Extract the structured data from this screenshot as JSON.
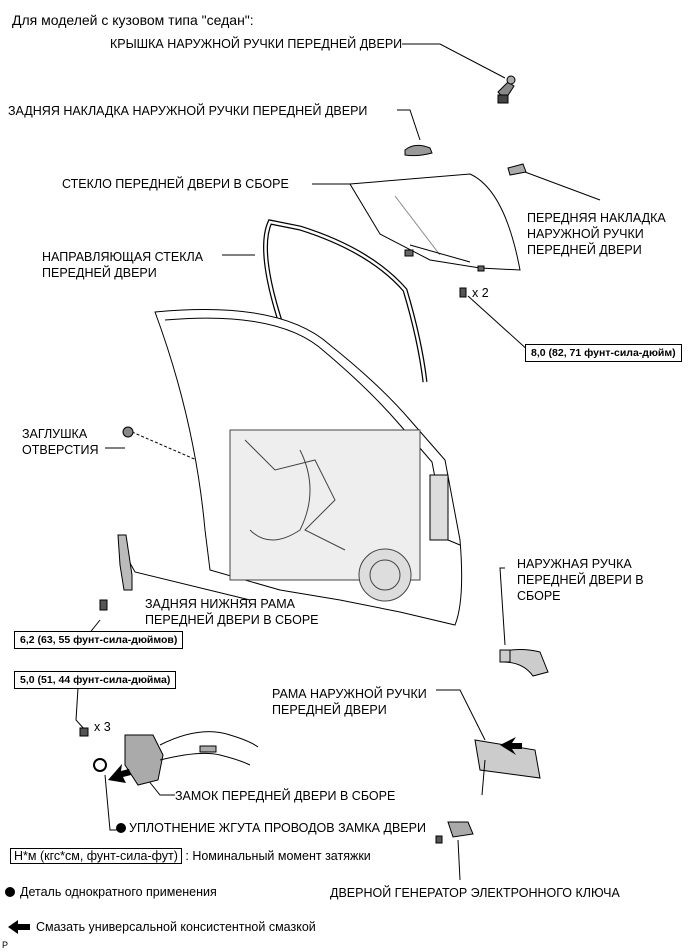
{
  "title": "Для моделей с кузовом типа \"седан\":",
  "labels": {
    "outer_handle_cover": "КРЫШКА НАРУЖНОЙ РУЧКИ ПЕРЕДНЕЙ ДВЕРИ",
    "rear_handle_pad": "ЗАДНЯЯ НАКЛАДКА НАРУЖНОЙ РУЧКИ ПЕРЕДНЕЙ ДВЕРИ",
    "glass_assy": "СТЕКЛО ПЕРЕДНЕЙ ДВЕРИ В СБОРЕ",
    "front_handle_pad": [
      "ПЕРЕДНЯЯ НАКЛАДКА",
      "НАРУЖНОЙ РУЧКИ",
      "ПЕРЕДНЕЙ ДВЕРИ"
    ],
    "glass_run": [
      "НАПРАВЛЯЮЩАЯ СТЕКЛА",
      "ПЕРЕДНЕЙ ДВЕРИ"
    ],
    "hole_plug": [
      "ЗАГЛУШКА",
      "ОТВЕРСТИЯ"
    ],
    "outer_handle_assy": [
      "НАРУЖНАЯ РУЧКА",
      "ПЕРЕДНЕЙ ДВЕРИ В",
      "СБОРЕ"
    ],
    "lower_sash": [
      "ЗАДНЯЯ НИЖНЯЯ РАМА",
      "ПЕРЕДНЕЙ ДВЕРИ В СБОРЕ"
    ],
    "handle_frame": [
      "РАМА НАРУЖНОЙ РУЧКИ",
      "ПЕРЕДНЕЙ ДВЕРИ"
    ],
    "door_lock": "ЗАМОК ПЕРЕДНЕЙ ДВЕРИ В СБОРЕ",
    "lock_wire_seal": "УПЛОТНЕНИЕ ЖГУТА ПРОВОДОВ ЗАМКА ДВЕРИ",
    "key_oscillator": "ДВЕРНОЙ ГЕНЕРАТОР ЭЛЕКТРОННОГО КЛЮЧА"
  },
  "torques": {
    "glass_bolt": "8,0 (82, 71 фунт-сила-дюйм)",
    "sash_bolt": "6,2 (63, 55 фунт-сила-дюймов)",
    "lock_screw": "5,0 (51, 44 фунт-сила-дюйма)"
  },
  "quantities": {
    "glass_bolts": "x 2",
    "lock_screws": "x 3"
  },
  "legend": {
    "torque_unit": "Н*м (кгс*см, фунт-сила-фут)",
    "torque_desc": ": Номинальный момент затяжки",
    "non_reusable": "Деталь однократного применения",
    "grease": "Смазать универсальной консистентной смазкой"
  },
  "corner_tag": "P"
}
